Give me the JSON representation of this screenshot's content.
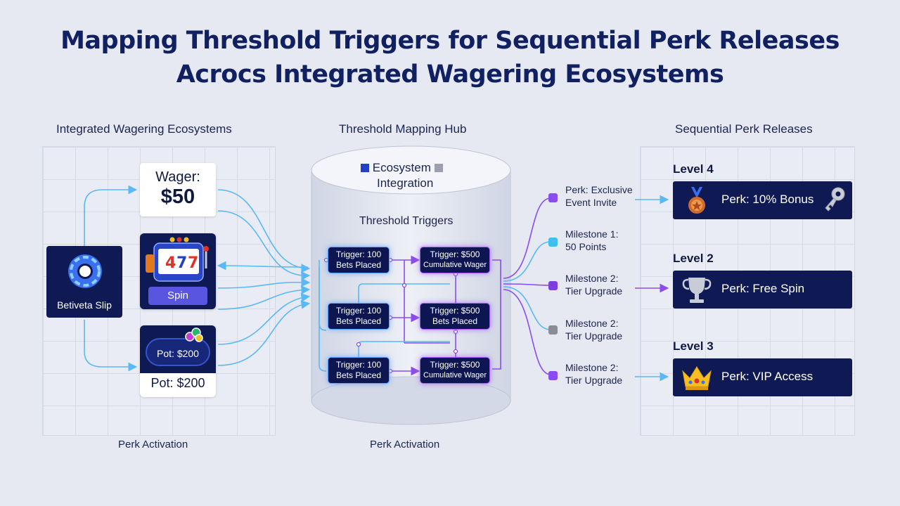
{
  "title": {
    "line1": "Mapping Threshold Triggers for Sequential Perk Releases",
    "line2": "Acrocs Integrated Wagering Ecosystems"
  },
  "columns": {
    "left": "Integrated Wagering Ecosystems",
    "center": "Threshold Mapping Hub",
    "right": "Sequential Perk Releases"
  },
  "left": {
    "wager_label": "Wager:",
    "wager_value": "$50",
    "slot_button": "Spin",
    "pot_inner": "Pot: $200",
    "pot_label": "Pot: $200",
    "slip_label": "Betiveta Slip",
    "footer": "Perk Activation"
  },
  "hub": {
    "ecosystem_line1": "Ecosystem",
    "ecosystem_line2": "Integration",
    "threshold_label": "Threshold Triggers",
    "footer": "Perk Activation",
    "triggers": [
      {
        "line1": "Trigger: 100",
        "line2": "Bets Placed"
      },
      {
        "line1": "Trigger: $500",
        "line2": "Cumulative Wager"
      },
      {
        "line1": "Trigger: 100",
        "line2": "Bets Placed"
      },
      {
        "line1": "Trigger: $500",
        "line2": "Bets Placed"
      },
      {
        "line1": "Trigger: 100",
        "line2": "Bets Placed"
      },
      {
        "line1": "Trigger: $500",
        "line2": "Cumulative Wager"
      }
    ]
  },
  "milestones": [
    {
      "line1": "Perk: Exclusive",
      "line2": "Event Invite",
      "color": "#8a4cf0"
    },
    {
      "line1": "Milestone 1:",
      "line2": "50 Points",
      "color": "#3cc0f0"
    },
    {
      "line1": "Milestone 2:",
      "line2": "Tier Upgrade",
      "color": "#7b3fe0"
    },
    {
      "line1": "Milestone 2:",
      "line2": "Tier Upgrade",
      "color": "#8a8d96"
    },
    {
      "line1": "Milestone 2:",
      "line2": "Tier Upgrade",
      "color": "#8a4cf0"
    }
  ],
  "perks": [
    {
      "level": "Level 4",
      "label": "Perk: 10% Bonus",
      "icon": "medal-icon"
    },
    {
      "level": "Level 2",
      "label": "Perk: Free Spin",
      "icon": "trophy-icon"
    },
    {
      "level": "Level 3",
      "label": "Perk: VIP Access",
      "icon": "crown-icon"
    }
  ],
  "colors": {
    "navy": "#0f1a55",
    "blue_link": "#5ab8f5",
    "purple_link": "#8a4cf0",
    "background": "#e6e9f2"
  }
}
